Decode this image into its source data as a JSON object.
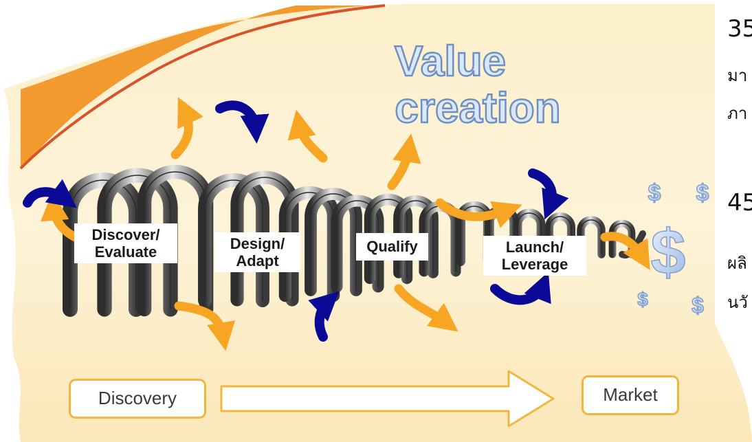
{
  "title": {
    "line1": "Value",
    "line2": "creation"
  },
  "stages": [
    {
      "line1": "Discover/",
      "line2": "Evaluate"
    },
    {
      "line1": "Design/",
      "line2": "Adapt"
    },
    {
      "line1": "Qualify",
      "line2": ""
    },
    {
      "line1": "Launch/",
      "line2": "Leverage"
    }
  ],
  "axis": {
    "start": "Discovery",
    "end": "Market"
  },
  "currency_symbol": "$",
  "side_notes": [
    {
      "number": "35",
      "line1": "มา",
      "line2": "ภา"
    },
    {
      "number": "45",
      "line1": "ผลิ",
      "line2": "นวั"
    }
  ],
  "colors": {
    "background_top": "#fbeac0",
    "background_accent": "#f29a2e",
    "arrow_orange": "#f7a623",
    "arrow_blue": "#0a0a96",
    "spring": "#6e6e6e",
    "title_fill": "#dbe7fb",
    "title_stroke": "#6f8fc4",
    "dollar": "#a9c3ea"
  }
}
